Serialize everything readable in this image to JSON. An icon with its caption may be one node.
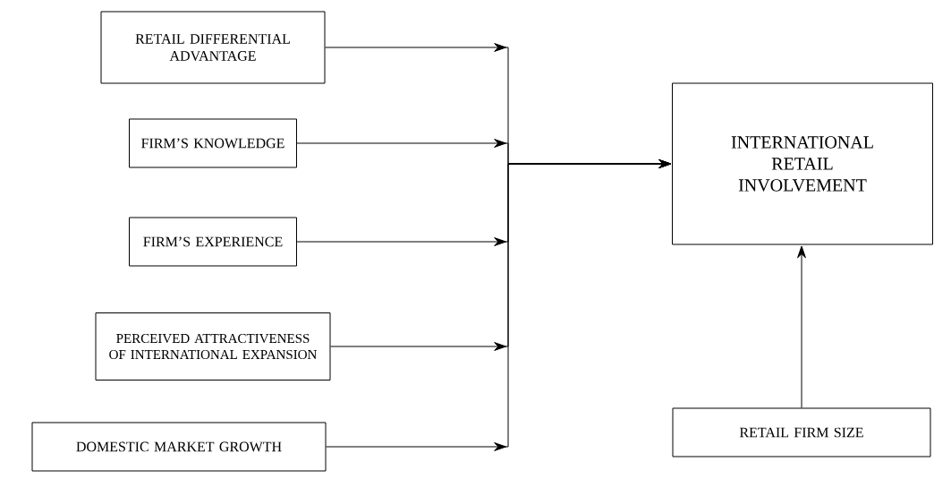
{
  "diagram": {
    "nodes": [
      {
        "text": [
          "RETAIL DIFFERENTIAL ADVANTAGE"
        ]
      },
      {
        "text": [
          "FIRM’S KNOWLEDGE"
        ]
      },
      {
        "text": [
          "FIRM’S EXPERIENCE"
        ]
      },
      {
        "text": [
          "PERCEIVED ATTRACTIVENESS OF INTERNATIONAL EXPANSION"
        ]
      },
      {
        "text": [
          "DOMESTIC MARKET GROWTH"
        ]
      },
      {
        "text": [
          "INTERNATIONAL RETAIL INVOLVEMENT"
        ]
      },
      {
        "text": [
          "RETAIL FIRM SIZE"
        ]
      }
    ],
    "edges": [
      {
        "from": 0,
        "to": 5,
        "arrow": "to"
      },
      {
        "from": 1,
        "to": 5,
        "arrow": "to"
      },
      {
        "from": 2,
        "to": 5,
        "arrow": "to"
      },
      {
        "from": 3,
        "to": 5,
        "arrow": "to"
      },
      {
        "from": 4,
        "to": 5,
        "arrow": "to"
      },
      {
        "from": 6,
        "to": 5,
        "arrow": "to"
      }
    ]
  }
}
